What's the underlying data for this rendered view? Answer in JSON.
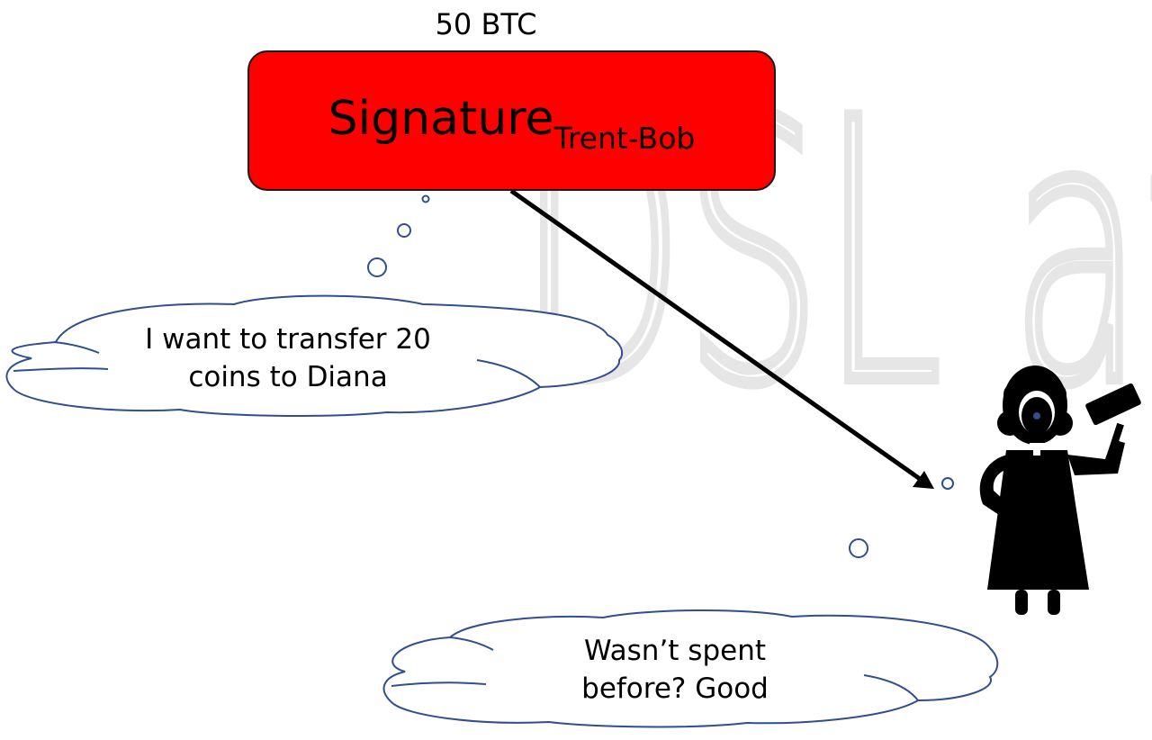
{
  "amount_label": "50 BTC",
  "signature": {
    "main": "Signature",
    "subscript": "Trent-Bob"
  },
  "thought_cloud_1": {
    "line1": "I want to transfer 20",
    "line2": "coins to Diana"
  },
  "thought_cloud_2": {
    "line1": "Wasn’t spent",
    "line2": "before? Good"
  },
  "watermark": "DSL at",
  "colors": {
    "signature_box": "#ff0000",
    "cloud_stroke": "#2f4f8f",
    "arrow": "#000000",
    "watermark": "#e8e8e8"
  },
  "icons": {
    "judge": "judge-with-gavel-icon"
  }
}
